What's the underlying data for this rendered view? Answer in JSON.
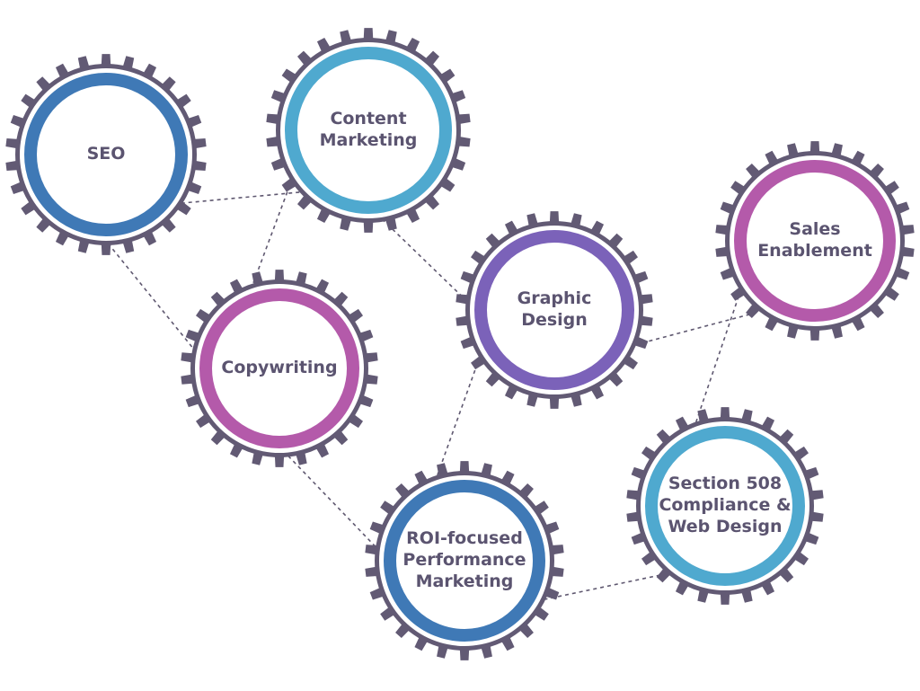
{
  "colors": {
    "gear_body": "#625a74",
    "connector": "#5f5870",
    "label_text": "#5b5470",
    "blue": "#3f79b6",
    "teal": "#4fa9cf",
    "purple": "#7b62b9",
    "magenta": "#b45aaa"
  },
  "nodes": [
    {
      "id": "seo",
      "label": "SEO",
      "ring_color": "#3f79b6",
      "icon": "gear-icon"
    },
    {
      "id": "content-marketing",
      "label": "Content\nMarketing",
      "ring_color": "#4fa9cf",
      "icon": "gear-icon"
    },
    {
      "id": "copywriting",
      "label": "Copywriting",
      "ring_color": "#b45aaa",
      "icon": "gear-icon"
    },
    {
      "id": "graphic-design",
      "label": "Graphic\nDesign",
      "ring_color": "#7b62b9",
      "icon": "gear-icon"
    },
    {
      "id": "sales-enablement",
      "label": "Sales\nEnablement",
      "ring_color": "#b45aaa",
      "icon": "gear-icon"
    },
    {
      "id": "roi-performance-marketing",
      "label": "ROI-focused\nPerformance\nMarketing",
      "ring_color": "#3f79b6",
      "icon": "gear-icon"
    },
    {
      "id": "section-508-web-design",
      "label": "Section 508\nCompliance &\nWeb Design",
      "ring_color": "#4fa9cf",
      "icon": "gear-icon"
    }
  ],
  "connections": [
    {
      "from": "seo",
      "to": "content-marketing"
    },
    {
      "from": "seo",
      "to": "copywriting"
    },
    {
      "from": "content-marketing",
      "to": "copywriting"
    },
    {
      "from": "content-marketing",
      "to": "graphic-design"
    },
    {
      "from": "copywriting",
      "to": "roi-performance-marketing"
    },
    {
      "from": "graphic-design",
      "to": "roi-performance-marketing"
    },
    {
      "from": "graphic-design",
      "to": "sales-enablement"
    },
    {
      "from": "roi-performance-marketing",
      "to": "section-508-web-design"
    },
    {
      "from": "sales-enablement",
      "to": "section-508-web-design"
    }
  ]
}
